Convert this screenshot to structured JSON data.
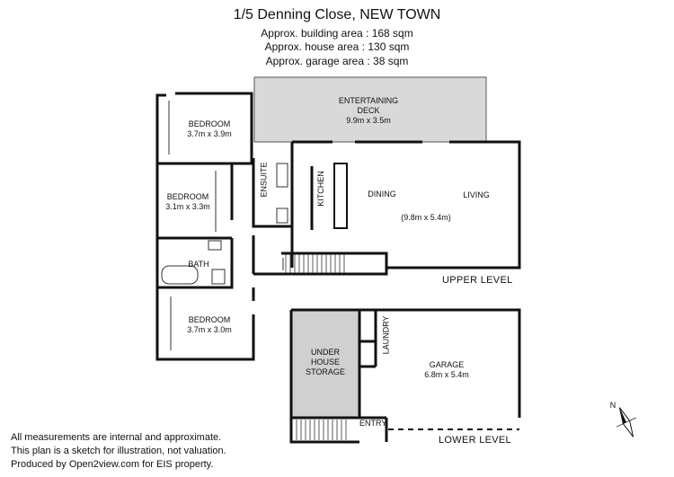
{
  "header": {
    "title": "1/5 Denning Close, NEW TOWN",
    "building_area": "Approx. building area : 168 sqm",
    "house_area": "Approx. house area : 130 sqm",
    "garage_area": "Approx. garage area : 38 sqm"
  },
  "rooms": {
    "deck_name": "ENTERTAINING",
    "deck_name2": "DECK",
    "deck_size": "9.9m x 3.5m",
    "bed1_name": "BEDROOM",
    "bed1_size": "3.7m x 3.9m",
    "bed2_name": "BEDROOM",
    "bed2_size": "3.1m x 3.3m",
    "bath_name": "BATH",
    "bed3_name": "BEDROOM",
    "bed3_size": "3.7m x 3.0m",
    "ensuite_name": "ENSUITE",
    "kitchen_name": "KITCHEN",
    "dining_name": "DINING",
    "living_name": "LIVING",
    "living_size": "(9.8m x 5.4m)",
    "storage_name1": "UNDER",
    "storage_name2": "HOUSE",
    "storage_name3": "STORAGE",
    "laundry_name": "LAUNDRY",
    "garage_name": "GARAGE",
    "garage_size": "6.8m x 5.4m",
    "entry_name": "ENTRY"
  },
  "levels": {
    "upper": "UPPER LEVEL",
    "lower": "LOWER LEVEL"
  },
  "footer": {
    "line1": "All measurements are internal and approximate.",
    "line2": "This plan is a sketch for illustration, not valuation.",
    "line3": "Produced by Open2view.com for EIS property."
  },
  "compass": {
    "north_label": "N"
  },
  "colors": {
    "deck_fill": "#d9d9d9",
    "storage_fill": "#d0d0d0",
    "wall": "#111111"
  }
}
